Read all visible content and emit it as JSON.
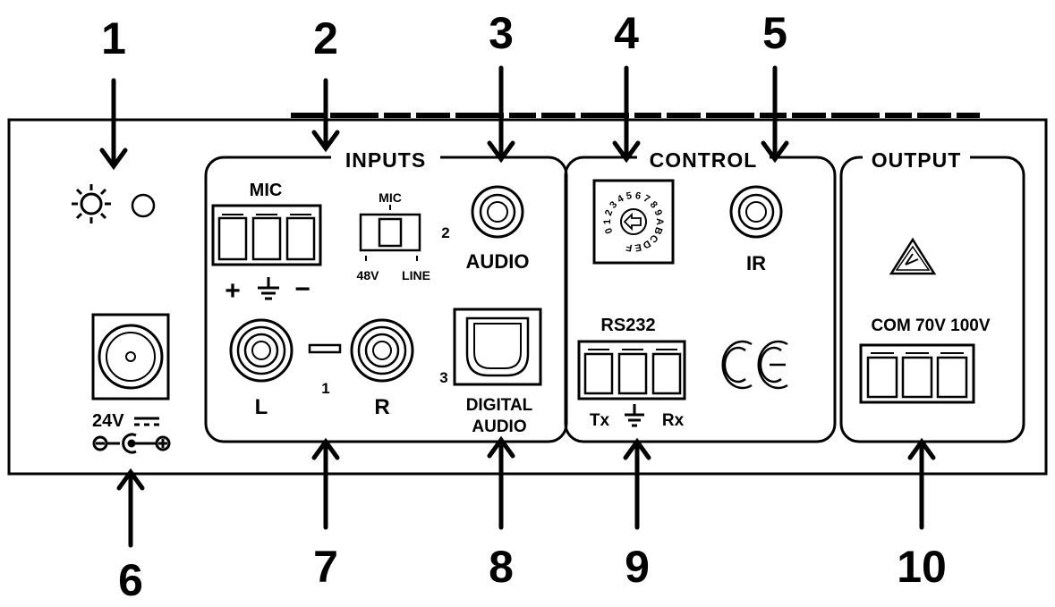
{
  "callouts": [
    "1",
    "2",
    "3",
    "4",
    "5",
    "6",
    "7",
    "8",
    "9",
    "10"
  ],
  "sections": {
    "inputs": "INPUTS",
    "control": "CONTROL",
    "output": "OUTPUT"
  },
  "inputs": {
    "mic_label": "MIC",
    "mic_polarity": [
      "+",
      "⏚",
      "−"
    ],
    "switch_top": "MIC",
    "switch_left": "48V",
    "switch_right": "LINE",
    "switch_number": "2",
    "audio_label": "AUDIO",
    "left_label": "L",
    "right_label": "R",
    "rca_number": "1",
    "digital_number": "3",
    "digital_label_1": "DIGITAL",
    "digital_label_2": "AUDIO"
  },
  "control": {
    "rotary_digits": "0123456789ABCDEF",
    "ir_label": "IR",
    "rs232_label": "RS232",
    "tx_label": "Tx",
    "rx_label": "Rx",
    "ce_mark": "CE"
  },
  "output": {
    "terminals_label": "COM 70V 100V"
  },
  "power": {
    "voltage_label": "24V"
  },
  "icons": [
    "sun-icon",
    "warning-icon",
    "ground-icon",
    "dc-polarity-icon",
    "ce-mark-icon"
  ]
}
